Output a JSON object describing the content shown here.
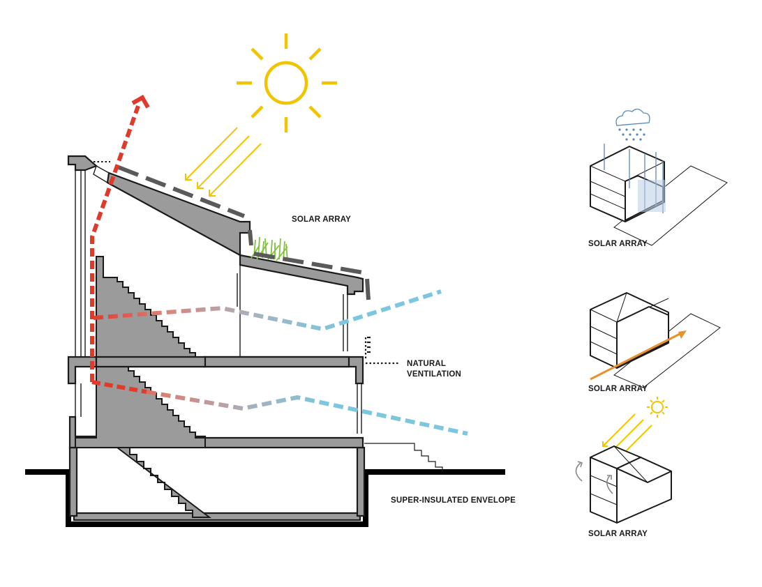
{
  "labels": {
    "solar_array_section": "SOLAR ARRAY",
    "natural_ventilation_1": "NATURAL",
    "natural_ventilation_2": "VENTILATION",
    "super_insulated_envelope": "SUPER-INSULATED ENVELOPE",
    "iso_rain": "SOLAR ARRAY",
    "iso_sun_path": "SOLAR ARRAY",
    "iso_sun": "SOLAR ARRAY"
  },
  "colors": {
    "sun": "#f2c400",
    "hot_air": "#e03a2a",
    "cool_air": "#7cc6de",
    "concrete": "#9b9b9b",
    "solar_panel": "#5a5a5a",
    "green_roof": "#7fc23a",
    "rain": "#5b87b8",
    "orientation_arrow": "#e8902a",
    "outline": "#1a1a1a"
  },
  "icons": [
    "sun-icon",
    "rain-cloud-icon",
    "rotation-arrow-icon"
  ]
}
